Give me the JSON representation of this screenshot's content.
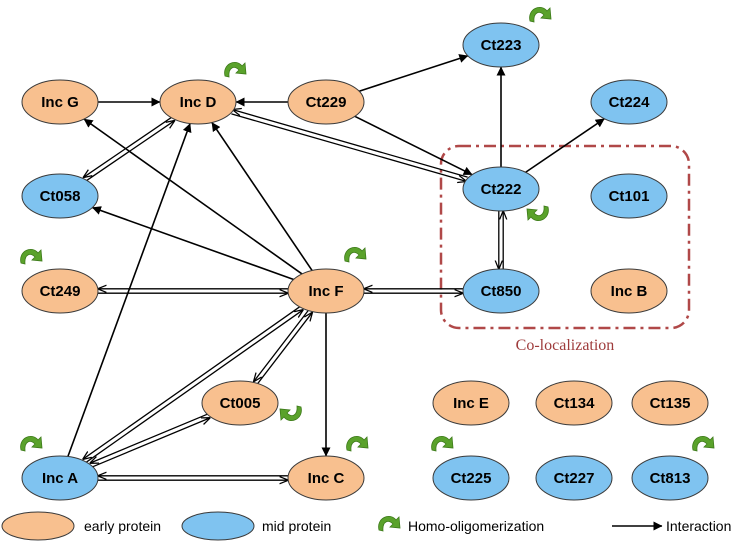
{
  "colors": {
    "early": "#f8c08f",
    "mid": "#7fc3f0",
    "node_stroke": "#3a3a3a",
    "arrow": "#000000",
    "homo_arrow": "#5aa22b",
    "coloc_box": "#b04848"
  },
  "nodes": [
    {
      "id": "incg",
      "label": "Inc G",
      "type": "early"
    },
    {
      "id": "incd",
      "label": "Inc D",
      "type": "early"
    },
    {
      "id": "ct229",
      "label": "Ct229",
      "type": "early"
    },
    {
      "id": "ct223",
      "label": "Ct223",
      "type": "mid"
    },
    {
      "id": "ct224",
      "label": "Ct224",
      "type": "mid"
    },
    {
      "id": "ct058",
      "label": "Ct058",
      "type": "mid"
    },
    {
      "id": "ct222",
      "label": "Ct222",
      "type": "mid"
    },
    {
      "id": "ct101",
      "label": "Ct101",
      "type": "mid"
    },
    {
      "id": "ct249",
      "label": "Ct249",
      "type": "early"
    },
    {
      "id": "incf",
      "label": "Inc F",
      "type": "early"
    },
    {
      "id": "ct850",
      "label": "Ct850",
      "type": "mid"
    },
    {
      "id": "incb",
      "label": "Inc B",
      "type": "early"
    },
    {
      "id": "ct005",
      "label": "Ct005",
      "type": "early"
    },
    {
      "id": "ince",
      "label": "Inc E",
      "type": "early"
    },
    {
      "id": "ct134",
      "label": "Ct134",
      "type": "early"
    },
    {
      "id": "ct135",
      "label": "Ct135",
      "type": "early"
    },
    {
      "id": "inca",
      "label": "Inc A",
      "type": "mid"
    },
    {
      "id": "incc",
      "label": "Inc C",
      "type": "early"
    },
    {
      "id": "ct225",
      "label": "Ct225",
      "type": "mid"
    },
    {
      "id": "ct227",
      "label": "Ct227",
      "type": "mid"
    },
    {
      "id": "ct813",
      "label": "Ct813",
      "type": "mid"
    }
  ],
  "edges": [
    {
      "from": "incg",
      "to": "incd",
      "kind": "single"
    },
    {
      "from": "ct229",
      "to": "incd",
      "kind": "single"
    },
    {
      "from": "ct229",
      "to": "ct223",
      "kind": "single"
    },
    {
      "from": "ct229",
      "to": "ct222",
      "kind": "single"
    },
    {
      "from": "ct222",
      "to": "ct223",
      "kind": "single"
    },
    {
      "from": "ct222",
      "to": "ct224",
      "kind": "single"
    },
    {
      "from": "incd",
      "to": "ct222",
      "kind": "double"
    },
    {
      "from": "incd",
      "to": "ct058",
      "kind": "double"
    },
    {
      "from": "incf",
      "to": "incg",
      "kind": "single"
    },
    {
      "from": "incf",
      "to": "incd",
      "kind": "single"
    },
    {
      "from": "incf",
      "to": "ct058",
      "kind": "single"
    },
    {
      "from": "ct249",
      "to": "incf",
      "kind": "double"
    },
    {
      "from": "incf",
      "to": "ct850",
      "kind": "double"
    },
    {
      "from": "ct222",
      "to": "ct850",
      "kind": "double"
    },
    {
      "from": "incf",
      "to": "ct005",
      "kind": "double"
    },
    {
      "from": "incf",
      "to": "inca",
      "kind": "double"
    },
    {
      "from": "incf",
      "to": "incc",
      "kind": "single"
    },
    {
      "from": "inca",
      "to": "incd",
      "kind": "single"
    },
    {
      "from": "inca",
      "to": "ct005",
      "kind": "double"
    },
    {
      "from": "inca",
      "to": "incc",
      "kind": "double"
    }
  ],
  "homo_oligomers": [
    "incd",
    "ct223",
    "ct222",
    "ct249",
    "incf",
    "ct005",
    "inca",
    "incc",
    "ct225",
    "ct813"
  ],
  "colocalization": {
    "label": "Co-localization"
  },
  "legend": {
    "early_label": "early protein",
    "mid_label": "mid protein",
    "homo_label": "Homo-oligomerization",
    "interaction_label": "Interaction"
  }
}
